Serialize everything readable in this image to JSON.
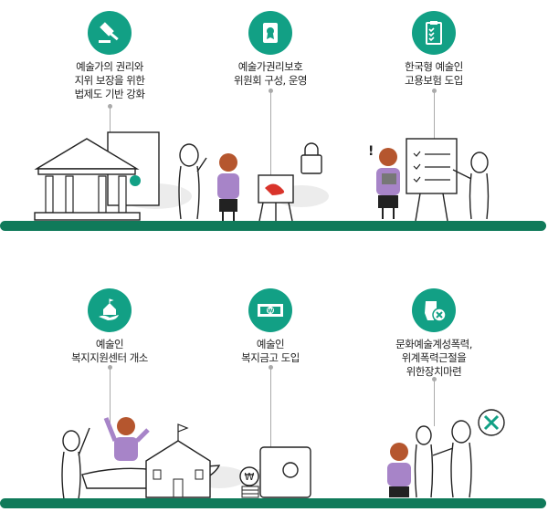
{
  "colors": {
    "accent": "#12a085",
    "ground": "#107a5a",
    "purple": "#a784c8",
    "hair": "#b5562e"
  },
  "row1": [
    {
      "icon": "gavel-icon",
      "lines": [
        "예술가의 권리와",
        "지위 보장을 위한",
        "법제도 기반 강화"
      ]
    },
    {
      "icon": "certificate-scroll-icon",
      "lines": [
        "예술가권리보호",
        "위원회 구성, 운영"
      ]
    },
    {
      "icon": "clipboard-checklist-icon",
      "lines": [
        "한국형 예술인",
        "고용보험 도입"
      ]
    }
  ],
  "row2": [
    {
      "icon": "house-in-hand-icon",
      "lines": [
        "예술인",
        "복지지원센터 개소"
      ]
    },
    {
      "icon": "won-banknote-icon",
      "lines": [
        "예술인",
        "복지금고 도입"
      ]
    },
    {
      "icon": "fist-cross-icon",
      "lines": [
        "문화예술계성폭력,",
        "위계폭력근절을",
        "위한장치마련"
      ]
    }
  ],
  "scene": {
    "currency_symbol": "₩",
    "exclaim": "!"
  }
}
